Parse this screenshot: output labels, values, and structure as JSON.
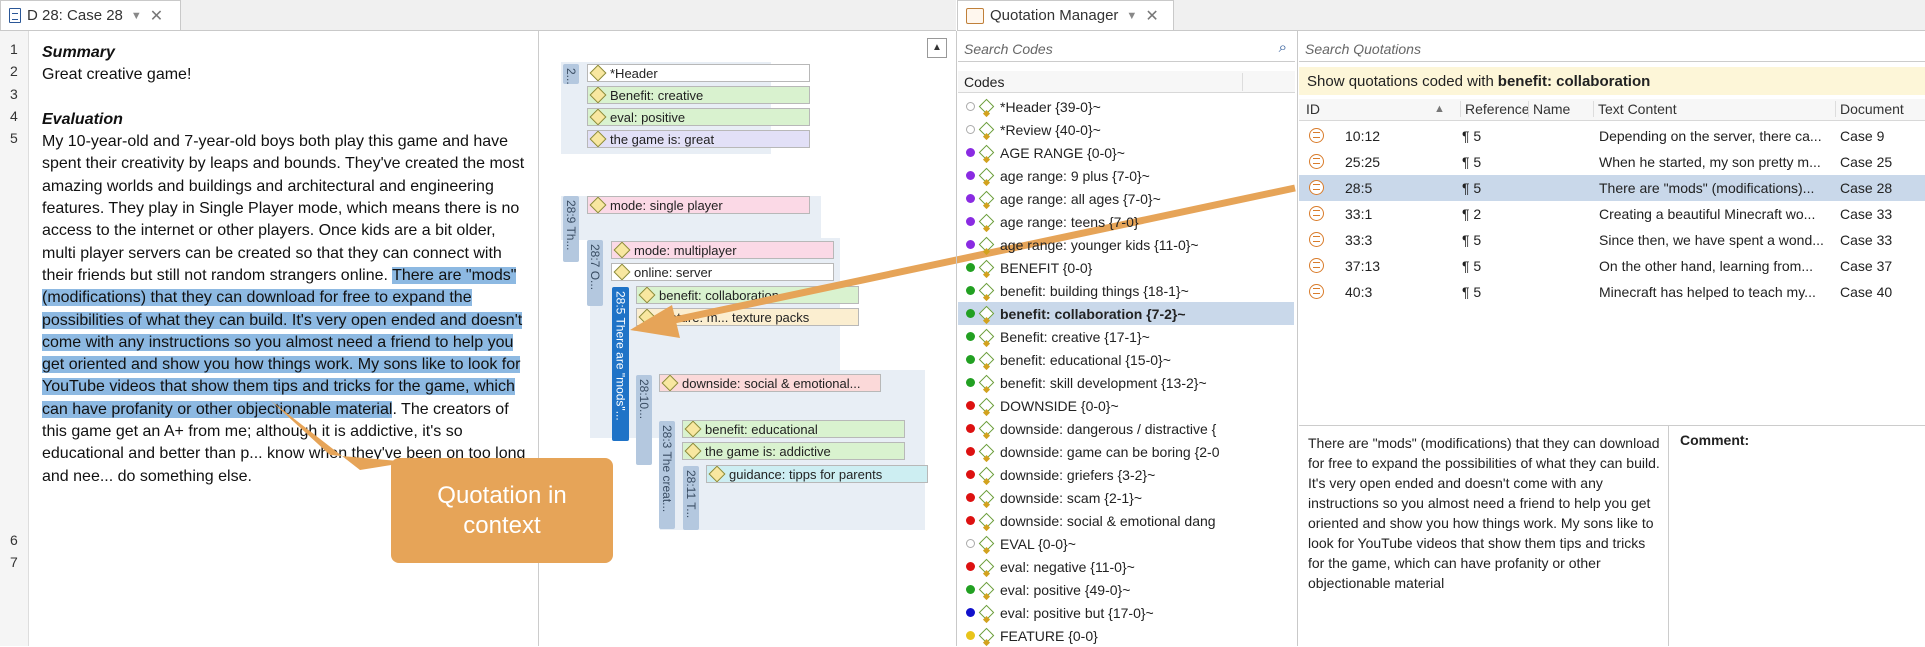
{
  "left_tab": {
    "title": "D 28: Case 28"
  },
  "right_tab": {
    "title": "Quotation Manager"
  },
  "line_numbers": [
    {
      "n": "1",
      "row": 0
    },
    {
      "n": "2",
      "row": 1
    },
    {
      "n": "3",
      "row": 2
    },
    {
      "n": "4",
      "row": 3
    },
    {
      "n": "5",
      "row": 4
    },
    {
      "n": "6",
      "row": 22
    },
    {
      "n": "7",
      "row": 23
    }
  ],
  "document": {
    "summary_heading": "Summary",
    "summary_text": "Great creative game!",
    "evaluation_heading": "Evaluation",
    "para_before": "My 10-year-old and 7-year-old boys both play this game and have spent their creativity by leaps and bounds. They've created the most amazing worlds and buildings and architectural and engineering features. They play in Single Player mode, which means there is no access to the internet or other players. Once kids are a bit older, multi player servers can be created so that they can connect with their friends but still not random strangers online. ",
    "para_highlight": "There are \"mods\" (modifications) that they can download for free to expand the possibilities of what they can build. It's very open ended and doesn't come with any instructions so you almost need a friend to help you get oriented and show you how things work. My sons like to look for YouTube videos that show them tips and tricks for the game, which can have profanity or other objectionable material",
    "para_after": ". The creators of this game get an A+ from me; although it is addictive, it's so educational and better than p... know when they've been on too long and nee... do something else."
  },
  "callout": {
    "line1": "Quotation in",
    "line2": "context"
  },
  "margin": {
    "bars": [
      {
        "label": "2...",
        "active": false
      },
      {
        "label": "28:9 Th...",
        "active": false
      },
      {
        "label": "28:7 O...",
        "active": false
      },
      {
        "label": "28:5 There are \"mods\"...",
        "active": true
      },
      {
        "label": "28:10...",
        "active": false
      },
      {
        "label": "28:3 The creat...",
        "active": false
      },
      {
        "label": "28:11 T...",
        "active": false
      }
    ],
    "tags": [
      {
        "label": "*Header",
        "color": "#ffffff"
      },
      {
        "label": "Benefit: creative",
        "color": "#d9f2cf"
      },
      {
        "label": "eval: positive",
        "color": "#d9f2cf"
      },
      {
        "label": "the game is: great",
        "color": "#e2e0f7"
      },
      {
        "label": "mode: single player",
        "color": "#fbd9e6"
      },
      {
        "label": "mode: multiplayer",
        "color": "#fbd9e6"
      },
      {
        "label": "online: server",
        "color": "#ffffff"
      },
      {
        "label": "benefit: collaboration",
        "color": "#d9f2cf"
      },
      {
        "label": "feature: m... texture packs",
        "color": "#fbeed0"
      },
      {
        "label": "downside: social & emotional...",
        "color": "#fbd9d9"
      },
      {
        "label": "benefit: educational",
        "color": "#d9f2cf"
      },
      {
        "label": "the game is: addictive",
        "color": "#d9f2cf"
      },
      {
        "label": "guidance: tipps for parents",
        "color": "#cdeef2"
      }
    ]
  },
  "codes": {
    "search_placeholder": "Search Codes",
    "header": "Codes",
    "items": [
      {
        "label": "*Header {39-0}~",
        "dot": "empty"
      },
      {
        "label": "*Review {40-0}~",
        "dot": "empty"
      },
      {
        "label": "AGE RANGE {0-0}~",
        "dot": "#8a2be2"
      },
      {
        "label": "age range: 9 plus {7-0}~",
        "dot": "#8a2be2"
      },
      {
        "label": "age range: all ages {7-0}~",
        "dot": "#8a2be2"
      },
      {
        "label": "age range: teens {7-0}",
        "dot": "#8a2be2"
      },
      {
        "label": "age range: younger kids {11-0}~",
        "dot": "#8a2be2"
      },
      {
        "label": "BENEFIT {0-0}",
        "dot": "#22a022"
      },
      {
        "label": "benefit: building things {18-1}~",
        "dot": "#22a022"
      },
      {
        "label": "benefit: collaboration {7-2}~",
        "dot": "#22a022",
        "selected": true
      },
      {
        "label": "Benefit: creative {17-1}~",
        "dot": "#22a022"
      },
      {
        "label": "benefit: educational {15-0}~",
        "dot": "#22a022"
      },
      {
        "label": "benefit: skill development {13-2}~",
        "dot": "#22a022"
      },
      {
        "label": "DOWNSIDE {0-0}~",
        "dot": "#dd1111"
      },
      {
        "label": "downside: dangerous / distractive {",
        "dot": "#dd1111"
      },
      {
        "label": "downside: game can be boring {2-0",
        "dot": "#dd1111"
      },
      {
        "label": "downside: griefers {3-2}~",
        "dot": "#dd1111"
      },
      {
        "label": "downside: scam {2-1}~",
        "dot": "#dd1111"
      },
      {
        "label": "downside: social & emotional dang",
        "dot": "#dd1111"
      },
      {
        "label": "EVAL {0-0}~",
        "dot": "empty"
      },
      {
        "label": "eval: negative {11-0}~",
        "dot": "#dd1111"
      },
      {
        "label": "eval: positive {49-0}~",
        "dot": "#22a022"
      },
      {
        "label": "eval: positive but {17-0}~",
        "dot": "#1111cc"
      },
      {
        "label": "FEATURE {0-0}",
        "dot": "#e8c41a"
      }
    ]
  },
  "quotations": {
    "search_placeholder": "Search Quotations",
    "filter_prefix": "Show quotations coded with ",
    "filter_code": "benefit: collaboration",
    "columns": [
      "ID",
      "Reference",
      "Name",
      "Text Content",
      "Document"
    ],
    "rows": [
      {
        "id": "10:12",
        "ref": "¶ 5",
        "name": "",
        "text": "Depending on the server, there ca...",
        "doc": "Case 9"
      },
      {
        "id": "25:25",
        "ref": "¶ 5",
        "name": "",
        "text": "When he started, my son pretty m...",
        "doc": "Case 25"
      },
      {
        "id": "28:5",
        "ref": "¶ 5",
        "name": "",
        "text": "There are \"mods\" (modifications)...",
        "doc": "Case 28",
        "selected": true
      },
      {
        "id": "33:1",
        "ref": "¶ 2",
        "name": "",
        "text": "Creating a beautiful Minecraft wo...",
        "doc": "Case 33"
      },
      {
        "id": "33:3",
        "ref": "¶ 5",
        "name": "",
        "text": "Since then, we have spent a wond...",
        "doc": "Case 33"
      },
      {
        "id": "37:13",
        "ref": "¶ 5",
        "name": "",
        "text": "On the other hand, learning from...",
        "doc": "Case 37"
      },
      {
        "id": "40:3",
        "ref": "¶ 5",
        "name": "",
        "text": "Minecraft has helped to teach my...",
        "doc": "Case 40"
      }
    ],
    "preview_text": "There are \"mods\" (modifications) that they can download for free to expand the possibilities of what they can build. It's very open ended and doesn't come with any instructions so you almost need a friend to help you get oriented and show you how things work. My sons like to look for YouTube videos that show them tips and tricks for the game, which can have profanity or other objectionable material",
    "comment_label": "Comment:"
  }
}
